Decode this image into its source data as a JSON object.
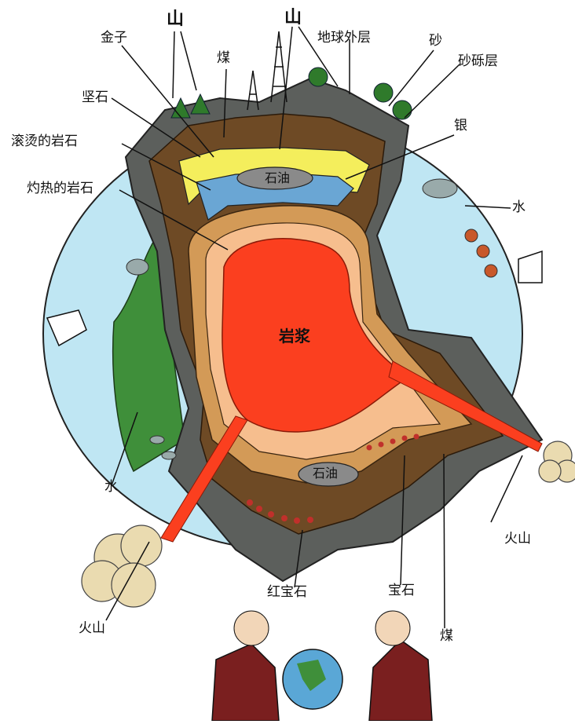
{
  "labels": {
    "mountain_left": "山",
    "mountain_right": "山",
    "gold": "金子",
    "coal_top": "煤",
    "outer_layer": "地球外层",
    "sand": "砂",
    "gravel_layer": "砂砾层",
    "hard_rock": "坚石",
    "silver": "银",
    "scalding_rock": "滚烫的岩石",
    "hot_rock": "灼热的岩石",
    "oil_top": "石油",
    "water_right": "水",
    "magma": "岩浆",
    "water_left": "水",
    "oil_bottom": "石油",
    "volcano_right": "火山",
    "ruby": "红宝石",
    "gem": "宝石",
    "volcano_left": "火山",
    "coal_bottom": "煤"
  },
  "colors": {
    "ocean": "#bfe6f3",
    "crust": "#5c5f5c",
    "rock_brown": "#6e4a25",
    "rock_tan": "#d39a57",
    "rock_peach": "#f6be8e",
    "magma": "#fb3f1f",
    "yellow_layer": "#f4ee5c",
    "blue_layer": "#6aa6d4",
    "grass": "#3f8f3a",
    "smoke": "#eadbb0"
  }
}
